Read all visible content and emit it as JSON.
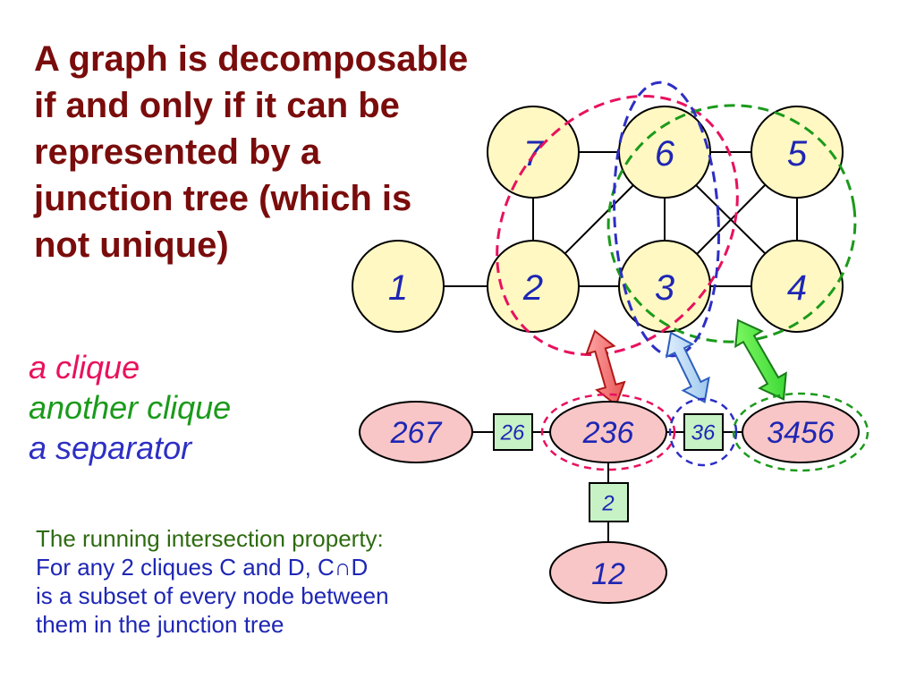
{
  "title_lines": [
    "A graph is decomposable",
    "if and only if it can be",
    "represented by a",
    "junction tree (which is",
    "not unique)"
  ],
  "legend": {
    "clique1": "a clique",
    "clique2": "another clique",
    "separator": "a separator"
  },
  "colors": {
    "title": "#7a0c0c",
    "clique1": "#e8115e",
    "clique2": "#1b9a1b",
    "separator": "#2d2fc4",
    "node_fill": "#fff8c2",
    "clique_fill": "#f8c6c6",
    "separator_fill": "#c6f2c6",
    "rip_heading": "#2e6b10",
    "rip_body": "#1e26b4",
    "label": "#1e26b4"
  },
  "graph": {
    "nodes": [
      {
        "id": "1",
        "label": "1"
      },
      {
        "id": "2",
        "label": "2"
      },
      {
        "id": "3",
        "label": "3"
      },
      {
        "id": "4",
        "label": "4"
      },
      {
        "id": "5",
        "label": "5"
      },
      {
        "id": "6",
        "label": "6"
      },
      {
        "id": "7",
        "label": "7"
      }
    ],
    "edges": [
      [
        "1",
        "2"
      ],
      [
        "2",
        "3"
      ],
      [
        "3",
        "4"
      ],
      [
        "7",
        "6"
      ],
      [
        "6",
        "5"
      ],
      [
        "7",
        "2"
      ],
      [
        "6",
        "3"
      ],
      [
        "5",
        "4"
      ],
      [
        "2",
        "6"
      ],
      [
        "6",
        "4"
      ],
      [
        "5",
        "3"
      ]
    ]
  },
  "junction_tree": {
    "cliques": [
      {
        "id": "267",
        "label": "267"
      },
      {
        "id": "236",
        "label": "236"
      },
      {
        "id": "3456",
        "label": "3456"
      },
      {
        "id": "12",
        "label": "12"
      }
    ],
    "separators": [
      {
        "id": "26",
        "label": "26"
      },
      {
        "id": "36",
        "label": "36"
      },
      {
        "id": "2",
        "label": "2"
      }
    ]
  },
  "rip": {
    "heading": "The running intersection property:",
    "line1": "For any 2 cliques C and D, C∩D",
    "line2": "is a subset of every node between",
    "line3": "them in the junction tree"
  }
}
